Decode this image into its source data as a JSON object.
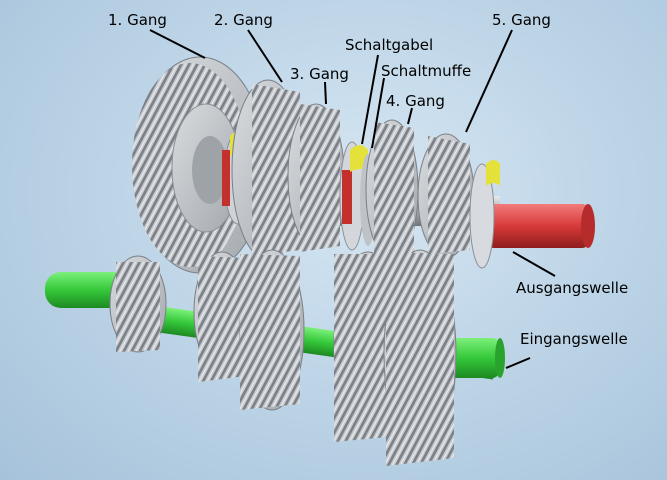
{
  "labels": {
    "gear1": "1. Gang",
    "gear2": "2. Gang",
    "gear3": "3. Gang",
    "shift_fork": "Schaltgabel",
    "shift_sleeve": "Schaltmuffe",
    "gear4": "4. Gang",
    "gear5": "5. Gang",
    "output_shaft": "Ausgangswelle",
    "input_shaft": "Eingangswelle"
  },
  "colors": {
    "background": "#bfd6e8",
    "input_shaft": "#35c83a",
    "output_shaft": "#d83a3a",
    "gear_metal": "#b9bdc2",
    "shift_fork": "#e4e23a"
  }
}
